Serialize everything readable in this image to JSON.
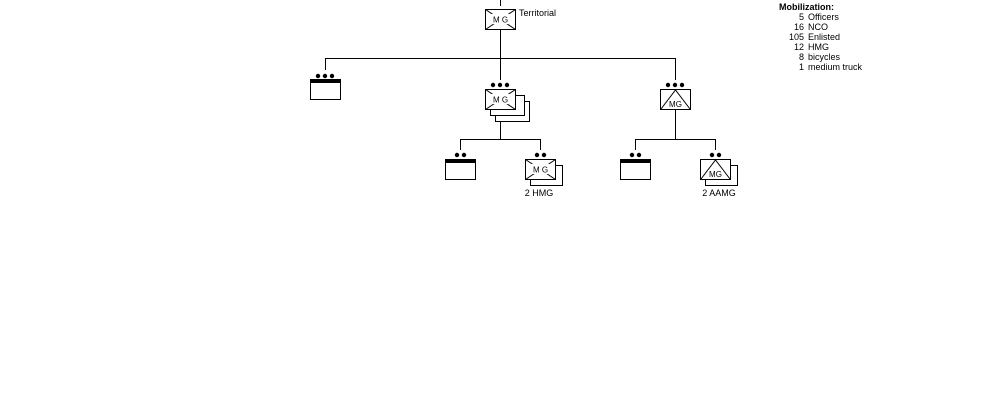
{
  "hq": {
    "symbol": "M G",
    "label": "Territorial"
  },
  "companies": {
    "hq_platoon": {},
    "mg_company": {
      "symbol": "M G",
      "hq_section": {},
      "hmg_section": {
        "symbol": "M G",
        "label": "2 HMG"
      }
    },
    "aamg_company": {
      "symbol": "MG",
      "hq_section": {},
      "aamg_section": {
        "symbol": "MG",
        "label": "2 AAMG"
      }
    }
  },
  "mobilization": {
    "title": "Mobilization:",
    "rows": [
      {
        "count": "5",
        "item": "Officers"
      },
      {
        "count": "16",
        "item": "NCO"
      },
      {
        "count": "105",
        "item": "Enlisted"
      },
      {
        "count": "12",
        "item": "HMG"
      },
      {
        "count": "8",
        "item": "bicycles"
      },
      {
        "count": "1",
        "item": "medium truck"
      }
    ]
  }
}
